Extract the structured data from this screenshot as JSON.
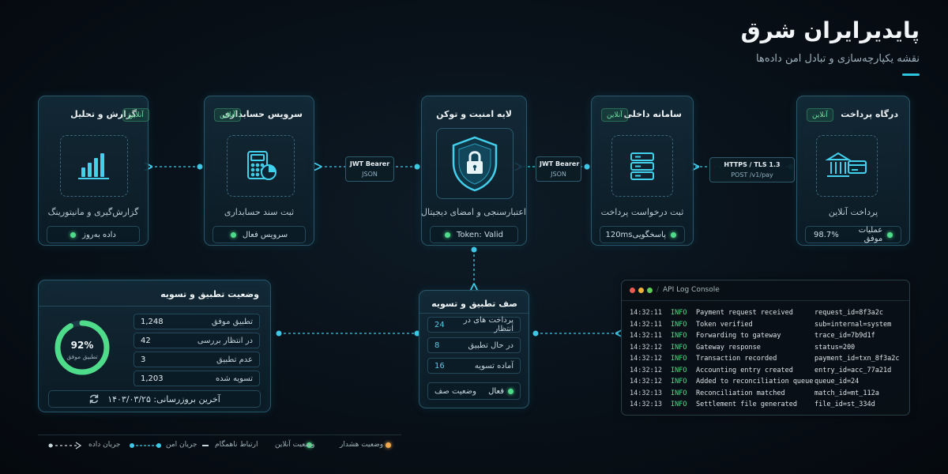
{
  "header": {
    "title": "پایدیرایران شرق",
    "subtitle": "نقشه یکپارچه‌سازی و تبادل امن داده‌ها"
  },
  "colors": {
    "accent": "#2ec4e0",
    "online": "#4fdc8a",
    "warning": "#f0a850",
    "background": "#081018"
  },
  "cards": [
    {
      "id": "gateway",
      "title": "درگاه پرداخت",
      "badge": "آنلاین",
      "icon": "bank-card-icon",
      "label": "پرداخت آنلاین",
      "footer_label": "عملیات موفق",
      "footer_value": "98.7%"
    },
    {
      "id": "internal",
      "title": "سامانه داخلی",
      "badge": "آنلاین",
      "icon": "server-icon",
      "label": "ثبت درخواست پرداخت",
      "footer_label": "پاسخگویی",
      "footer_value": "120ms"
    },
    {
      "id": "security",
      "title": "لایه امنیت و توکن",
      "badge": "",
      "icon": "shield-lock-icon",
      "label": "اعتبارسنجی و امضای دیجیتال",
      "footer_label": "",
      "footer_value": "Token: Valid"
    },
    {
      "id": "accounting",
      "title": "سرویس حسابداری",
      "badge": "آنلاین",
      "icon": "calculator-icon",
      "label": "ثبت سند حسابداری",
      "footer_label": "سرویس فعال",
      "footer_value": ""
    },
    {
      "id": "reporting",
      "title": "گزارش و تحلیل",
      "badge": "آنلاین",
      "icon": "bar-chart-icon",
      "label": "گزارش‌گیری و مانیتورینگ",
      "footer_label": "داده به‌روز",
      "footer_value": ""
    }
  ],
  "connectors": [
    {
      "line1": "HTTPS / TLS 1.3",
      "line2": "POST /v1/pay"
    },
    {
      "line1": "JWT Bearer",
      "line2": "JSON"
    },
    {
      "line1": "JWT Bearer",
      "line2": "JSON"
    }
  ],
  "status_panel": {
    "title": "وضعیت تطبیق و تسویه",
    "percent_label": "92%",
    "percent_value": 0.92,
    "percent_caption": "تطبیق موفق",
    "rows": [
      {
        "label": "تطبیق موفق",
        "value": "1,248"
      },
      {
        "label": "در انتظار بررسی",
        "value": "42"
      },
      {
        "label": "عدم تطبیق",
        "value": "3"
      },
      {
        "label": "تسویه شده",
        "value": "1,203"
      }
    ],
    "update_label": "آخرین بروزرسانی: ۱۴۰۳/۰۳/۲۵",
    "refresh_icon": "refresh-icon"
  },
  "queue": {
    "title": "صف تطبیق و تسویه",
    "rows": [
      {
        "label": "پرداخت های در انتظار",
        "value": "24"
      },
      {
        "label": "در حال تطبیق",
        "value": "8"
      },
      {
        "label": "آماده تسویه",
        "value": "16"
      }
    ],
    "status_label": "وضعیت صف",
    "status_value": "فعال"
  },
  "console": {
    "title": "API Log Console",
    "logs": [
      {
        "time": "14:32:11",
        "level": "INFO",
        "msg": "Payment request received",
        "meta": "request_id=8f3a2c"
      },
      {
        "time": "14:32:11",
        "level": "INFO",
        "msg": "Token verified",
        "meta": "sub=internal=system"
      },
      {
        "time": "14:32:11",
        "level": "INFO",
        "msg": "Forwarding to gateway",
        "meta": "trace_id=7b9d1f"
      },
      {
        "time": "14:32:12",
        "level": "INFO",
        "msg": "Gateway response",
        "meta": "status=200"
      },
      {
        "time": "14:32:12",
        "level": "INFO",
        "msg": "Transaction recorded",
        "meta": "payment_id=txn_8f3a2c"
      },
      {
        "time": "14:32:12",
        "level": "INFO",
        "msg": "Accounting entry created",
        "meta": "entry_id=acc_77a21d"
      },
      {
        "time": "14:32:12",
        "level": "INFO",
        "msg": "Added to reconciliation queue",
        "meta": "queue_id=24"
      },
      {
        "time": "14:32:13",
        "level": "INFO",
        "msg": "Reconciliation matched",
        "meta": "match_id=mt_112a"
      },
      {
        "time": "14:32:13",
        "level": "INFO",
        "msg": "Settlement file generated",
        "meta": "file_id=st_334d"
      }
    ]
  },
  "legend": {
    "data_flow": "جریان داده",
    "secure_flow": "جریان امن",
    "async": "ارتباط ناهمگام",
    "online": "وضعیت آنلاین",
    "warning": "وضعیت هشدار"
  }
}
